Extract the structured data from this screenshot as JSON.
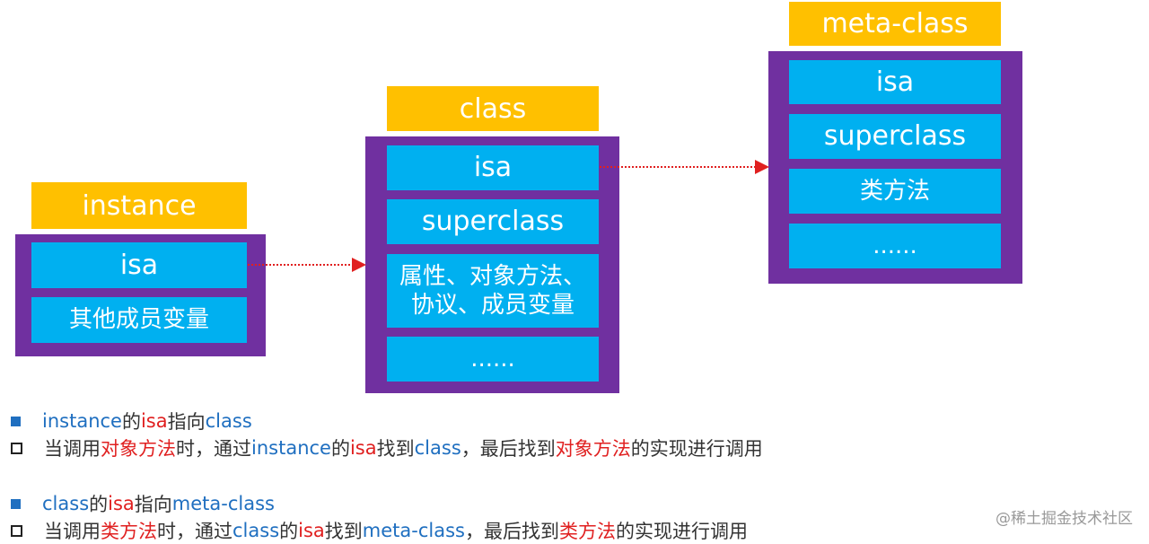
{
  "instance": {
    "title": "instance",
    "cells": [
      "isa",
      "其他成员变量"
    ]
  },
  "class": {
    "title": "class",
    "cells": [
      "isa",
      "superclass",
      "属性、对象方法、\n协议、成员变量",
      "......"
    ]
  },
  "meta_class": {
    "title": "meta-class",
    "cells": [
      "isa",
      "superclass",
      "类方法",
      "......"
    ]
  },
  "notes": {
    "line1": {
      "a": "instance",
      "b": "的",
      "c": "isa",
      "d": "指向",
      "e": "class"
    },
    "line2": {
      "a": "当调用",
      "b": "对象方法",
      "c": "时，通过",
      "d": "instance",
      "e": "的",
      "f": "isa",
      "g": "找到",
      "h": "class",
      "i": "，最后找到",
      "j": "对象方法",
      "k": "的实现进行调用"
    },
    "line3": {
      "a": "class",
      "b": "的",
      "c": "isa",
      "d": "指向",
      "e": "meta-class"
    },
    "line4": {
      "a": "当调用",
      "b": "类方法",
      "c": "时，通过",
      "d": "class",
      "e": "的",
      "f": "isa",
      "g": "找到",
      "h": "meta-class",
      "i": "，最后找到",
      "j": "类方法",
      "k": "的实现进行调用"
    }
  },
  "watermark": "@稀土掘金技术社区",
  "colors": {
    "title_fill": "#FFC000",
    "frame_fill": "#7030A0",
    "cell_fill": "#00B0F0",
    "arrow": "#E02020",
    "note_blue": "#1F6FC0",
    "note_red": "#E02020"
  }
}
